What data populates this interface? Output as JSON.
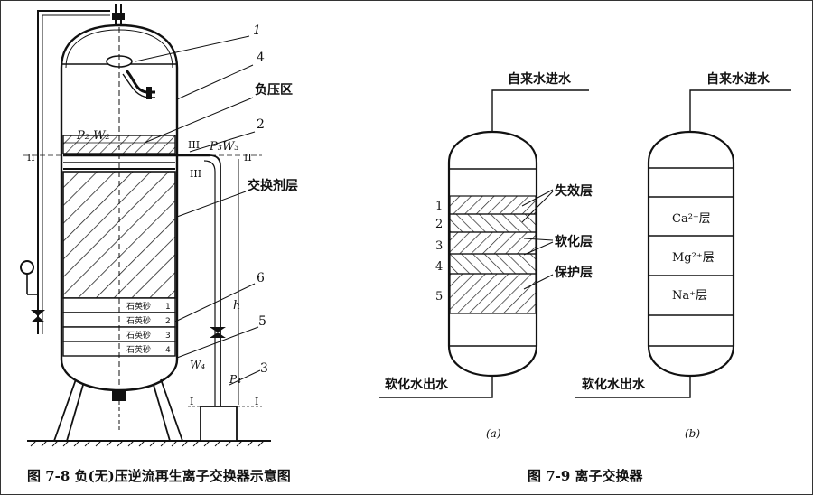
{
  "figure_7_8": {
    "caption": "图 7-8   负(无)压逆流再生离子交换器示意图",
    "labels": {
      "l1": "1",
      "l4": "4",
      "negative_pressure_zone": "负压区",
      "l2": "2",
      "p2w2": "P₂ W₂",
      "iii_a": "III",
      "p3w3": "P₃W₃",
      "ii_left": "II",
      "ii_right": "II",
      "iii_b": "III",
      "exchanger_layer": "交换剂层",
      "l6": "6",
      "h": "h",
      "l5": "5",
      "w4": "W₄",
      "p4": "P₄",
      "l3": "3",
      "i_left": "I",
      "i_right": "I"
    },
    "sand_layers": [
      {
        "name": "石英砂",
        "num": "1"
      },
      {
        "name": "石英砂",
        "num": "2"
      },
      {
        "name": "石英砂",
        "num": "3"
      },
      {
        "name": "石英砂",
        "num": "4"
      }
    ]
  },
  "figure_7_9": {
    "caption": "图 7-9   离子交换器",
    "a": {
      "inlet": "自来水进水",
      "outlet": "软化水出水",
      "sub": "(a)",
      "layer_numbers": [
        "1",
        "2",
        "3",
        "4",
        "5"
      ],
      "failed_layer": "失效层",
      "softened_layer": "软化层",
      "protective_layer": "保护层"
    },
    "b": {
      "inlet": "自来水进水",
      "outlet": "软化水出水",
      "sub": "(b)",
      "ca_layer": "Ca²⁺层",
      "mg_layer": "Mg²⁺层",
      "na_layer": "Na⁺层"
    }
  }
}
